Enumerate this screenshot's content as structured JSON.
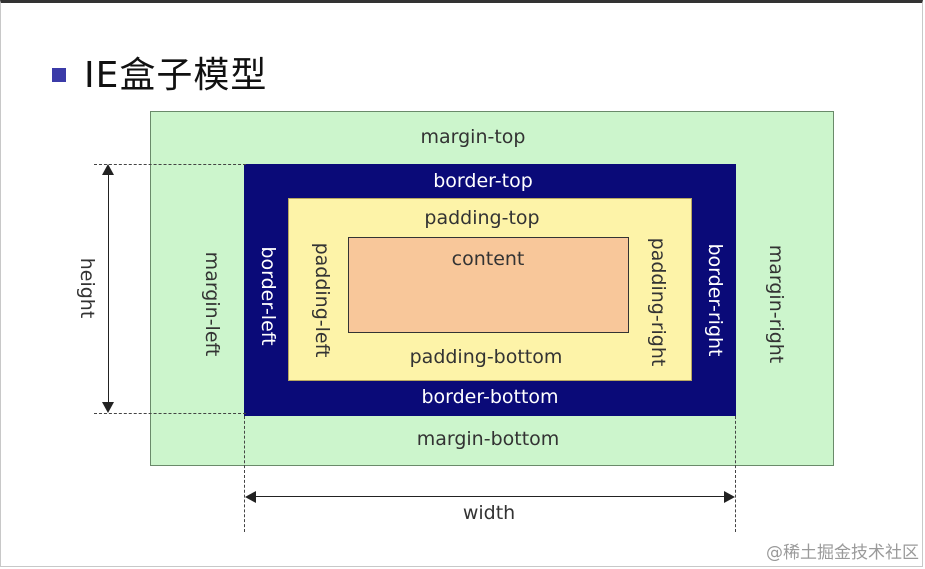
{
  "title": "IE盒子模型",
  "margin": {
    "top": "margin-top",
    "left": "margin-left",
    "right": "margin-right",
    "bottom": "margin-bottom"
  },
  "border": {
    "top": "border-top",
    "left": "border-left",
    "right": "border-right",
    "bottom": "border-bottom"
  },
  "padding": {
    "top": "padding-top",
    "left": "padding-left",
    "right": "padding-right",
    "bottom": "padding-bottom"
  },
  "content": "content",
  "dimensions": {
    "height": "height",
    "width": "width"
  },
  "watermark": "@稀土掘金技术社区",
  "colors": {
    "margin": "#ccf5cc",
    "border": "#0a0a78",
    "padding": "#fdf3a8",
    "content": "#f8c79a",
    "bullet": "#3b3ba8"
  }
}
